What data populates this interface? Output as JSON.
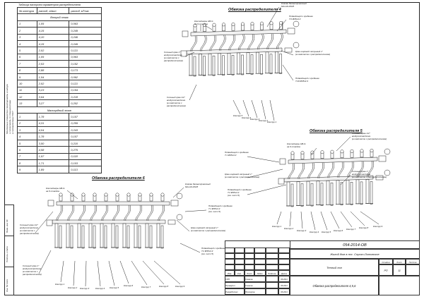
{
  "sidebar": {
    "note_lines": [
      "Монтажные отверстия смонтировать в натуре",
      "и согласовать со специалистами",
      "в соответствии ГОСТ"
    ],
    "stamp_labels": [
      "Взам. инв. №",
      "Подпись и дата",
      "Инв. № подл."
    ]
  },
  "table": {
    "title": "Таблица настроек параметров распределителя",
    "headers": [
      "№ контура",
      "расход, л/мин",
      "расход, м³/час"
    ],
    "sections": [
      {
        "title": "Второй этаж",
        "rows": [
          [
            "1",
            "1,05",
            "0,063"
          ],
          [
            "2",
            "4,15",
            "0,249"
          ],
          [
            "3",
            "4,10",
            "0,246"
          ],
          [
            "4",
            "4,15",
            "0,249"
          ],
          [
            "5",
            "2,02",
            "0,121"
          ],
          [
            "6",
            "1,05",
            "0,063"
          ],
          [
            "7",
            "2,53",
            "0,152"
          ],
          [
            "8",
            "2,88",
            "0,173"
          ],
          [
            "9",
            "1,54",
            "0,092"
          ],
          [
            "10",
            "2,02",
            "0,121"
          ],
          [
            "11",
            "3,23",
            "0,194"
          ],
          [
            "12",
            "3,64",
            "0,218"
          ],
          [
            "13",
            "3,27",
            "0,202"
          ]
        ]
      },
      {
        "title": "Мансардный этаж",
        "rows": [
          [
            "1",
            "1,78",
            "0,107"
          ],
          [
            "2",
            "4,31",
            "0,259"
          ],
          [
            "3",
            "4,04",
            "0,243"
          ],
          [
            "4",
            "1,78",
            "0,107"
          ],
          [
            "5",
            "3,50",
            "0,210"
          ],
          [
            "6",
            "4,58",
            "0,275"
          ],
          [
            "7",
            "1,97",
            "0,118"
          ],
          [
            "8",
            "1,71",
            "0,103"
          ],
          [
            "9",
            "1,89",
            "0,113"
          ]
        ]
      }
    ]
  },
  "dist4": {
    "title": "Обвязка распределителя 4",
    "callouts": [
      "Клапан балансировочный",
      "MH-AS DN25",
      "Подводящий к гребенке",
      "T.0 Ø35х4.3",
      "Контейнеры НВ-G",
      "на 9 отводов",
      "Сгонный кран 1\"",
      "воздухоотводчики",
      "(в комплекте с",
      "распределителем)",
      "Кран шаровой латунный 1\"",
      "(в комплекте с распределителем)",
      "Подводящий к гребенке",
      "T.20 Ø35х4.3",
      "Сгонный кран 1/2\"",
      "воздухоотводчика",
      "(в комплекте с",
      "распределителем)",
      "Контур 5",
      "Контур 4",
      "Контур 3",
      "Контур 2",
      "Контур 1"
    ]
  },
  "dist5": {
    "title": "Обвязка распределителя 5",
    "callouts": [
      "Сгонный кран 1/2\"",
      "воздухоотводчика",
      "(в комплекте с распределителем)",
      "Контейнеры НВ-G",
      "на 9 отводов",
      "Подводящий к гребенке",
      "T.1 Ø35х4.3",
      "Кран шаровой латунный 1\"",
      "(в комплекте с распределителем)",
      "Подводящий к гребенке",
      "T.2 Ø35х4.3",
      "(см. лист 5)",
      "Сгонный кран 1\"",
      "воздухоотводчика",
      "(в комплекте с распределителем)",
      "Контур 1",
      "Контур 2",
      "Контур 3",
      "Контур 4",
      "Контур 5",
      "Контур 6",
      "Контур 7",
      "Контур 8",
      "Контур 9"
    ]
  },
  "dist6": {
    "title": "Обвязка распределителя 6",
    "callouts": [
      "Контейнеры НВ-G",
      "на 9 отводов",
      "Клапан балансировочный",
      "MH-AS DN25",
      "Подводящий к гребенке",
      "T.1 Ø35х4.3",
      "(см. лист 5)",
      "Кран шаровой латунный 1\"",
      "(в комплекте с распределителем)",
      "Подводящий к гребенке",
      "T.2 Ø35х4.3",
      "(см. лист 5)",
      "Сгонный кран 1/2\"",
      "воздухоотводчика",
      "(в комплекте с",
      "распределителем)",
      "Сгонный кран 1\"",
      "воздухоотводчика",
      "(в комплекте с",
      "распределителем)",
      "Контур 1",
      "Контур 2",
      "Контур 3",
      "Контур 4",
      "Контур 5",
      "Контур 6",
      "Контур 7",
      "Контур 8",
      "Контур 9"
    ]
  },
  "title_block": {
    "code": "054-2014-ОВ",
    "object": "Жилой дом в пос. Сорско-Литовское",
    "section": "Теплый пол",
    "sheet_title": "Обвязка распределителя 4,5,6",
    "stage_label": "Стадия",
    "sheet_label": "Лист",
    "sheets_label": "Листов",
    "stage": "РП",
    "sheet": "11",
    "sheets": "",
    "col_headers": [
      "Изм.",
      "Кол.",
      "Лист",
      "№док.",
      "Подпись",
      "Дата"
    ],
    "people": [
      {
        "role": "ГИП",
        "name": "Саинов",
        "date": "06.2014"
      },
      {
        "role": "Проверил",
        "name": "Саинов",
        "date": "06.2014"
      },
      {
        "role": "Разработал",
        "name": "Прохоров",
        "date": "06.2014"
      }
    ]
  }
}
